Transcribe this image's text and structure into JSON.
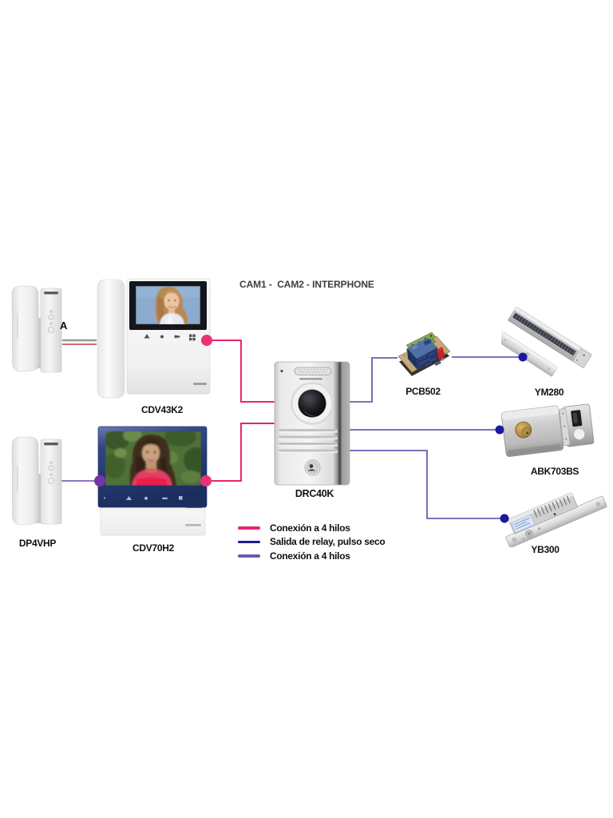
{
  "heading": "CAM1 -  CAM2 - INTERPHONE",
  "annotation_a": "A",
  "labels": {
    "cdv43k2": "CDV43K2",
    "dp4vhp": "DP4VHP",
    "cdv70h2": "CDV70H2",
    "drc40k": "DRC40K",
    "pcb502": "PCB502",
    "ym280": "YM280",
    "abk703bs": "ABK703BS",
    "yb300": "YB300"
  },
  "legend": {
    "items": [
      {
        "label": "Conexión a 4 hilos",
        "color": "#ec2270"
      },
      {
        "label": "Salida de relay, pulso seco",
        "color": "#1f1a96"
      },
      {
        "label": "Conexión a 4 hilos",
        "color": "#6a5bb0"
      }
    ]
  },
  "colors": {
    "pink_line": "#ec2270",
    "pink_dot": "#ee3079",
    "navy": "#1d18a0",
    "purple_line": "#6a5fae",
    "violet_line": "#7d62b2",
    "violet_dot": "#7636a6"
  }
}
